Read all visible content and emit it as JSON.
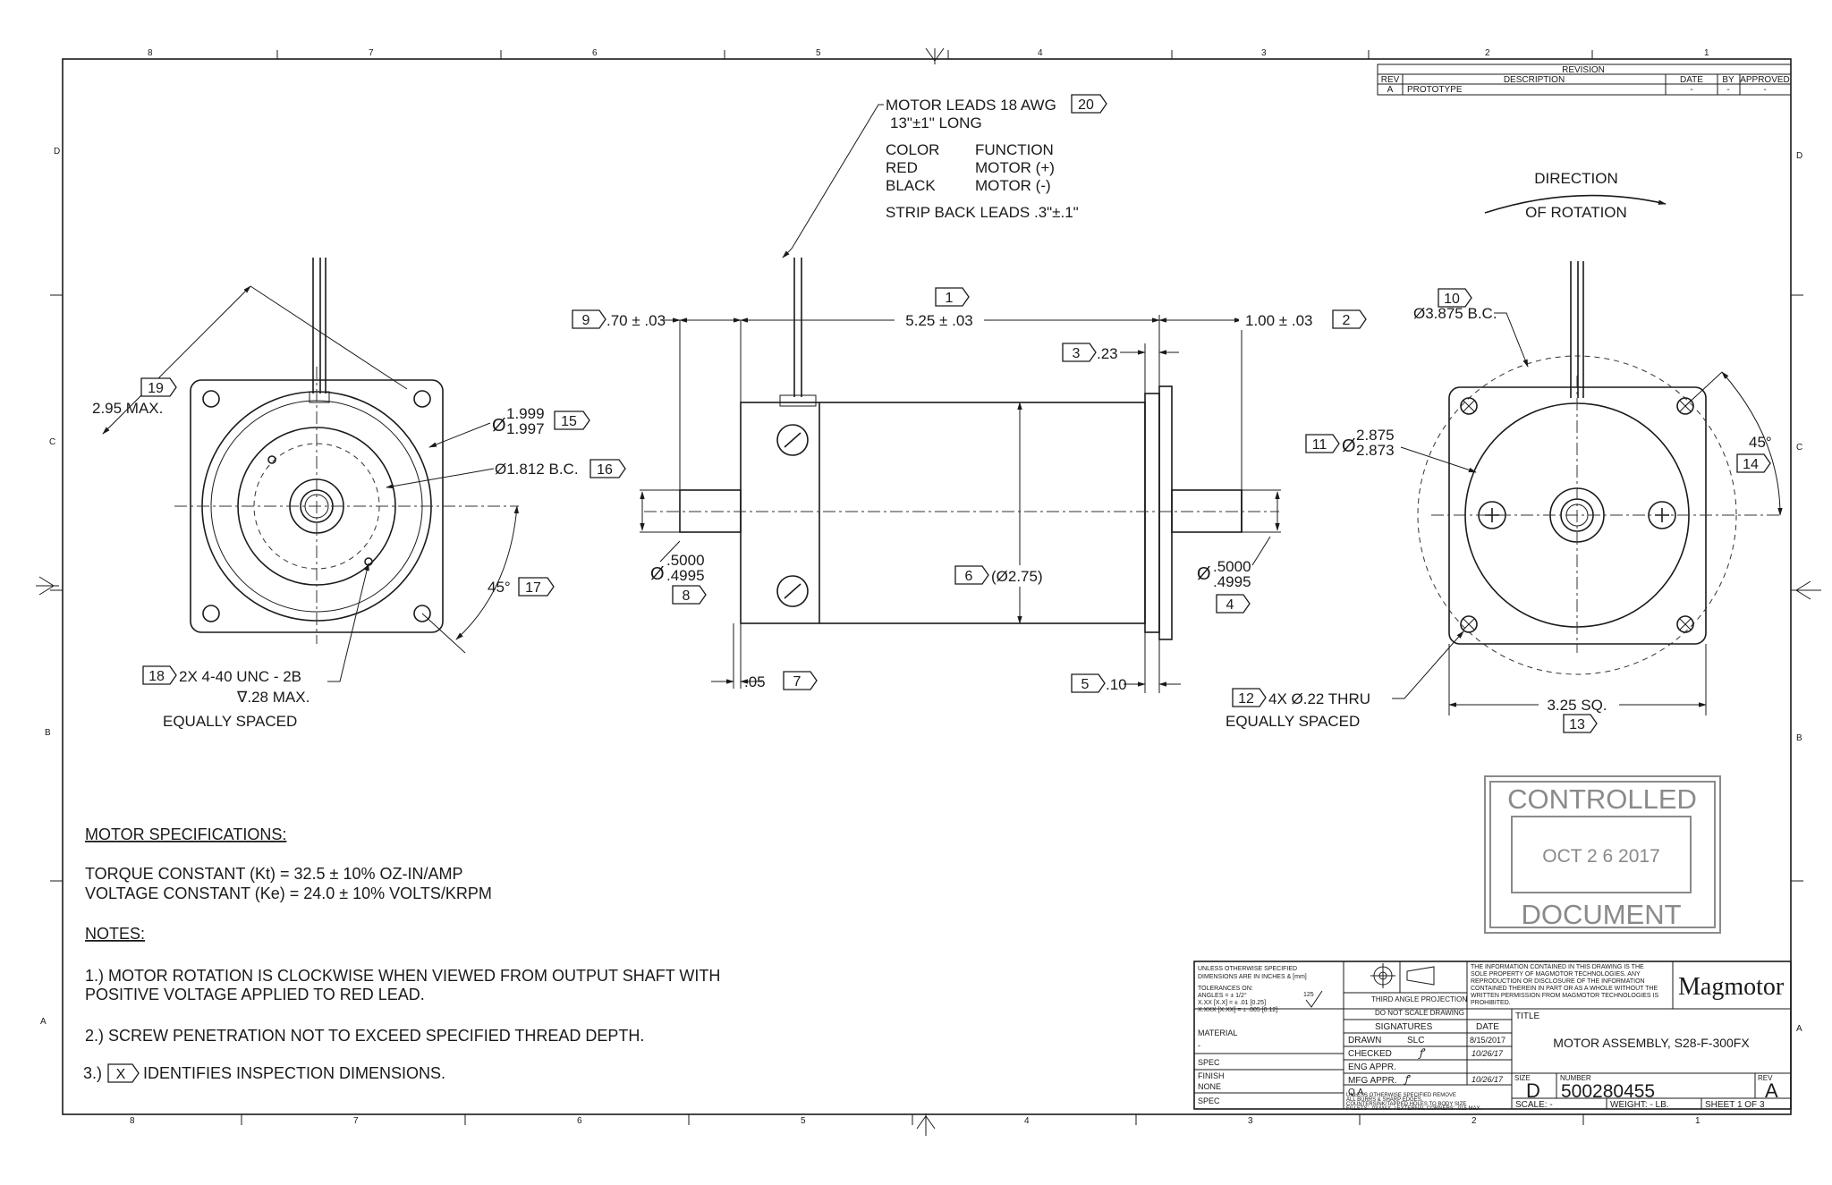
{
  "border": {
    "top_zones": [
      "8",
      "7",
      "6",
      "5",
      "4",
      "3",
      "2",
      "1"
    ],
    "bottom_zones": [
      "8",
      "7",
      "6",
      "5",
      "4",
      "3",
      "2",
      "1"
    ],
    "side_zones": [
      "D",
      "C",
      "B",
      "A"
    ]
  },
  "revision": {
    "title": "REVISION",
    "headers": [
      "REV",
      "DESCRIPTION",
      "DATE",
      "BY",
      "APPROVED"
    ],
    "row": [
      "A",
      "PROTOTYPE",
      "-",
      "-",
      "-"
    ]
  },
  "leads": {
    "title": "MOTOR LEADS 18 AWG",
    "tag": "20",
    "length": "13\"±1\" LONG",
    "color_header": "COLOR",
    "function_header": "FUNCTION",
    "rows": [
      [
        "RED",
        "MOTOR (+)"
      ],
      [
        "BLACK",
        "MOTOR (-)"
      ]
    ],
    "strip": "STRIP BACK LEADS .3\"±.1\""
  },
  "rotation": {
    "line1": "DIRECTION",
    "line2": "OF ROTATION"
  },
  "left_view": {
    "diag_tag": "19",
    "diag": "2.95 MAX.",
    "pilot_tag": "15",
    "pilot_top": "1.999",
    "pilot_bot": "1.997",
    "pilot_prefix": "Ø",
    "bc_tag": "16",
    "bc": "Ø1.812 B.C.",
    "angle": "45°",
    "angle_tag": "17",
    "thread_tag": "18",
    "thread": "2X 4-40 UNC - 2B",
    "depth": "∇.28 MAX.",
    "spaced": "EQUALLY SPACED"
  },
  "side_view": {
    "d9": ".70 ± .03",
    "d9_tag": "9",
    "d1": "5.25 ± .03",
    "d1_tag": "1",
    "d2": "1.00 ± .03",
    "d2_tag": "2",
    "d3": ".23",
    "d3_tag": "3",
    "d6": "(Ø2.75)",
    "d6_tag": "6",
    "shaft_l_prefix": "Ø",
    "shaft_l_top": ".5000",
    "shaft_l_bot": ".4995",
    "shaft_l_tag": "8",
    "shaft_r_prefix": "Ø",
    "shaft_r_top": ".5000",
    "shaft_r_bot": ".4995",
    "shaft_r_tag": "4",
    "d7": ".05",
    "d7_tag": "7",
    "d5": ".10",
    "d5_tag": "5"
  },
  "right_view": {
    "bc_tag": "10",
    "bc": "Ø3.875 B.C.",
    "pilot_tag": "11",
    "pilot_prefix": "Ø",
    "pilot_top": "2.875",
    "pilot_bot": "2.873",
    "angle": "45°",
    "angle_tag": "14",
    "holes_tag": "12",
    "holes": "4X Ø.22 THRU",
    "spaced": "EQUALLY SPACED",
    "sq": "3.25 SQ.",
    "sq_tag": "13"
  },
  "stamp": {
    "top": "CONTROLLED",
    "date": "OCT  2 6  2017",
    "bottom": "DOCUMENT"
  },
  "specs": {
    "heading": "MOTOR SPECIFICATIONS:",
    "torque": "TORQUE CONSTANT (Kt) = 32.5 ± 10% OZ-IN/AMP",
    "voltage": "VOLTAGE CONSTANT (Ke) = 24.0 ± 10% VOLTS/KRPM"
  },
  "notes": {
    "heading": "NOTES:",
    "n1a": "1.) MOTOR ROTATION IS CLOCKWISE WHEN VIEWED FROM OUTPUT SHAFT WITH",
    "n1b": "POSITIVE VOLTAGE APPLIED TO RED LEAD.",
    "n2": "2.) SCREW PENETRATION NOT TO EXCEED SPECIFIED THREAD DEPTH.",
    "n3_prefix": "3.)",
    "n3_box": "X",
    "n3": "IDENTIFIES INSPECTION DIMENSIONS."
  },
  "title_block": {
    "unless1": "UNLESS OTHERWISE SPECIFIED",
    "unless2": "DIMENSIONS ARE IN INCHES & [mm]",
    "tol0": "TOLERANCES ON:",
    "tol1": "ANGLES = ± 1/2°",
    "tol2": "X.XX [X.X] = ± .01 [0.25]",
    "tol3": "X.XXX [X.XX] = ± .005 [0.12]",
    "finish_sym": "125",
    "third_angle": "THIRD ANGLE PROJECTION",
    "dont_scale": "DO NOT SCALE DRAWING",
    "prop1": "THE INFORMATION CONTAINED IN THIS DRAWING IS THE",
    "prop2": "SOLE PROPERTY OF MAGMOTOR TECHNOLOGIES. ANY",
    "prop3": "REPRODUCTION OR DISCLOSURE OF THE INFORMATION",
    "prop4": "CONTAINED THEREIN IN PART OR AS A WHOLE WITHOUT THE",
    "prop5": "WRITTEN PERMISSION FROM MAGMOTOR TECHNOLOGIES IS",
    "prop6": "PROHIBITED.",
    "logo": "Magmotor",
    "signatures": "SIGNATURES",
    "date_h": "DATE",
    "title_h": "TITLE",
    "title": "MOTOR ASSEMBLY, S28-F-300FX",
    "material_h": "MATERIAL",
    "material": "-",
    "spec_h": "SPEC",
    "finish_h": "FINISH",
    "finish": "NONE",
    "spec2_h": "SPEC",
    "drawn": "DRAWN",
    "drawn_by": "SLC",
    "drawn_date": "8/15/2017",
    "checked": "CHECKED",
    "checked_by": "ꝭ",
    "checked_date": "10/26/17",
    "eng": "ENG APPR.",
    "mfg": "MFG APPR.",
    "mfg_by": "ꝭ",
    "mfg_date": "10/26/17",
    "qa": "Q.A.",
    "burr1": "UNLESS OTHERWISE SPECIFIED REMOVE",
    "burr2": "ALL BURRS & SHARP EDGES.",
    "burr3": "COUNTERSINK/TAPPED HOLES TO BODY SIZE",
    "burr4": "FILLETS: .03 MAX. / EXTERNAL CORNERS: .015 MAX.",
    "size_h": "SIZE",
    "size": "D",
    "number_h": "NUMBER",
    "number": "500280455",
    "rev_h": "REV",
    "rev": "A",
    "scale": "SCALE: -",
    "weight": "WEIGHT: - LB.",
    "sheet": "SHEET 1  OF  3"
  }
}
